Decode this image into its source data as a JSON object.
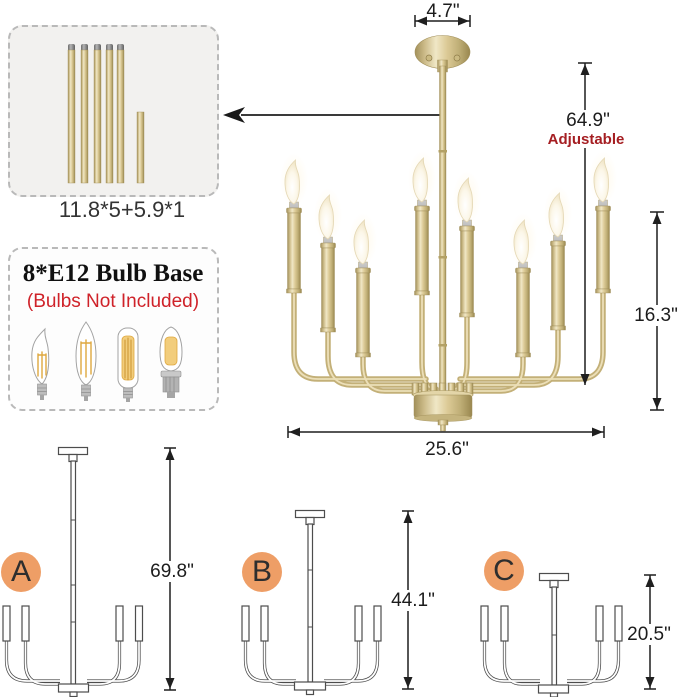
{
  "rod_kit": {
    "label": "11.8*5+5.9*1",
    "long_rod_count": 5,
    "short_rod_count": 1
  },
  "bulb_box": {
    "title": "8*E12 Bulb Base",
    "subtitle": "(Bulbs Not Included)",
    "bulb_styles": [
      "flame-tip-candelabra",
      "torpedo-candelabra",
      "tubular",
      "bullet"
    ]
  },
  "chandelier": {
    "arm_count": 8,
    "dimensions": {
      "canopy_width": "4.7\"",
      "adjustable_height": "64.9\"",
      "adjustable_label": "Adjustable",
      "fixture_height": "16.3\"",
      "fixture_width": "25.6\""
    }
  },
  "variants": [
    {
      "letter": "A",
      "height": "69.8\""
    },
    {
      "letter": "B",
      "height": "44.1\""
    },
    {
      "letter": "C",
      "height": "20.5\""
    }
  ],
  "colors": {
    "gold": "#d6c592",
    "variant_badge": "#ee9e66",
    "red_warning": "#cf2229",
    "red_adjustable": "#a51e22"
  }
}
